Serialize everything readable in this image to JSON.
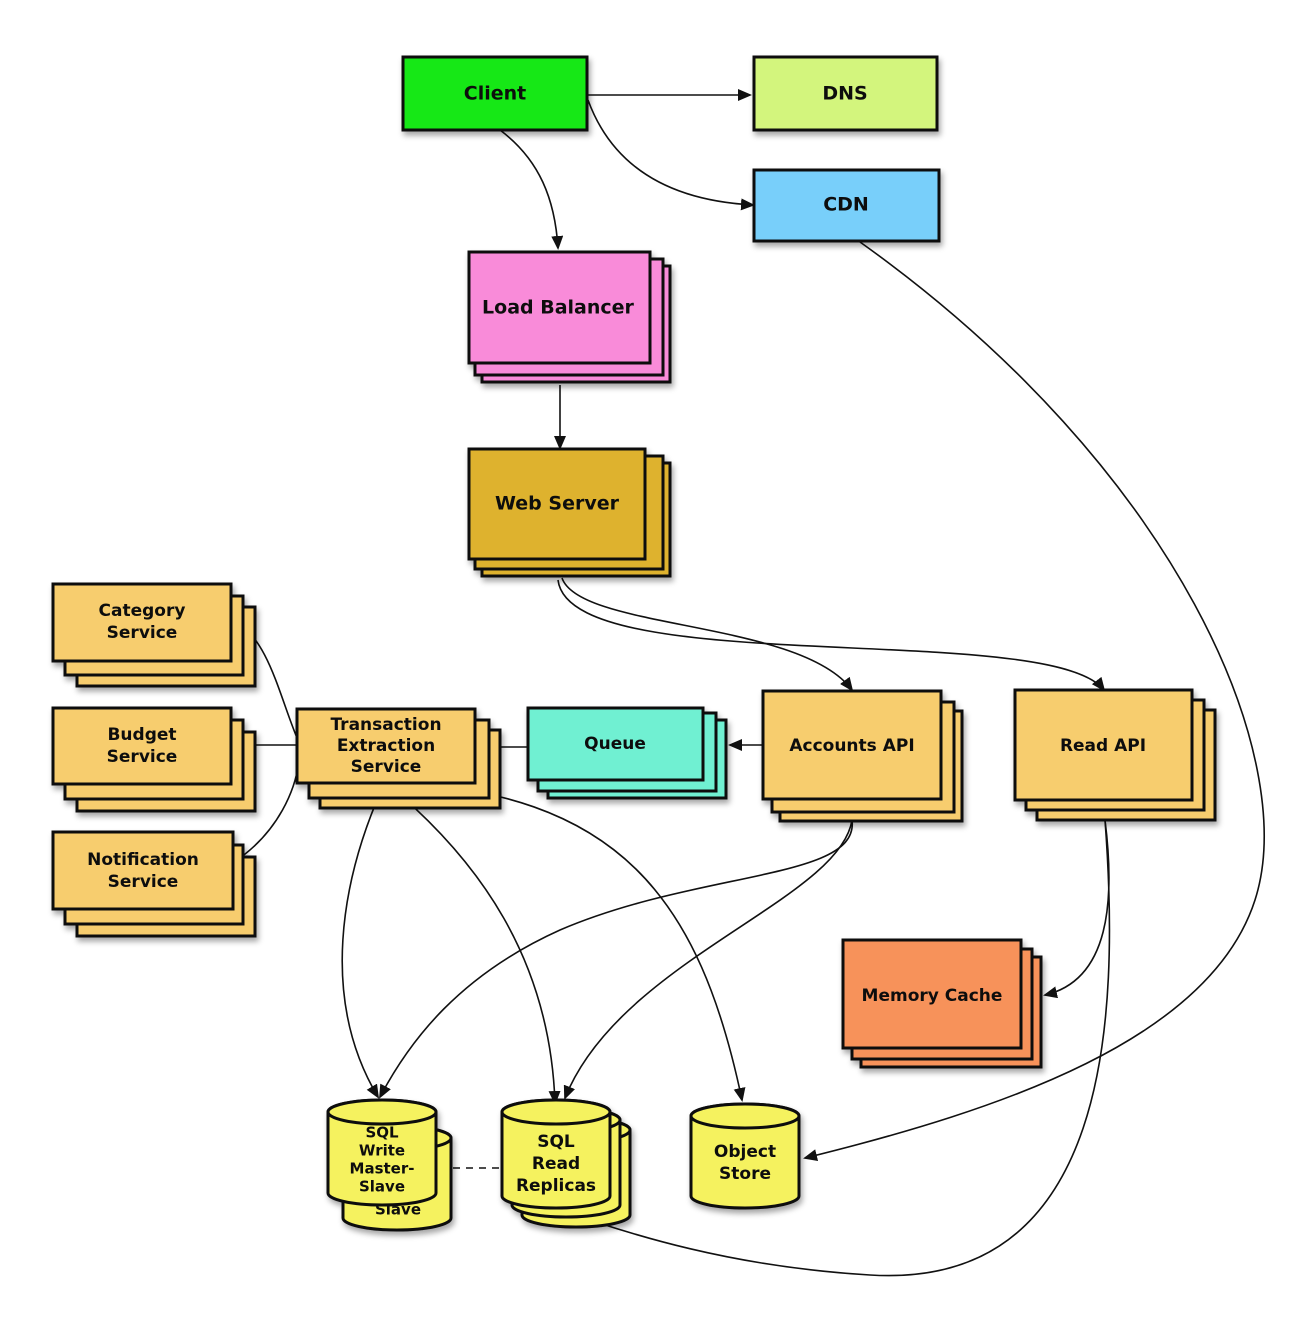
{
  "diagram": {
    "colors": {
      "client": "#12e812",
      "dns": "#d3f57d",
      "cdn": "#78cffa",
      "load_balancer": "#f98bd9",
      "web_server": "#deb22e",
      "service": "#f7cd6e",
      "queue": "#6ff0d2",
      "memory_cache": "#f7925a",
      "datastore": "#f5f25e",
      "outline": "#111111",
      "shadow": "#8a8a8a"
    },
    "nodes": {
      "client": {
        "label": "Client",
        "icon": "rectangle"
      },
      "dns": {
        "label": "DNS",
        "icon": "rectangle"
      },
      "cdn": {
        "label": "CDN",
        "icon": "rectangle"
      },
      "load_balancer": {
        "label": "Load Balancer",
        "icon": "stacked-rectangles"
      },
      "web_server": {
        "label": "Web Server",
        "icon": "stacked-rectangles"
      },
      "category_service": {
        "lines": [
          "Category",
          "Service"
        ],
        "icon": "stacked-rectangles"
      },
      "budget_service": {
        "lines": [
          "Budget",
          "Service"
        ],
        "icon": "stacked-rectangles"
      },
      "notification_service": {
        "lines": [
          "Notification",
          "Service"
        ],
        "icon": "stacked-rectangles"
      },
      "transaction_extraction_service": {
        "lines": [
          "Transaction",
          "Extraction",
          "Service"
        ],
        "icon": "stacked-rectangles"
      },
      "queue": {
        "label": "Queue",
        "icon": "stacked-rectangles"
      },
      "accounts_api": {
        "label": "Accounts API",
        "icon": "stacked-rectangles"
      },
      "read_api": {
        "label": "Read API",
        "icon": "stacked-rectangles"
      },
      "memory_cache": {
        "label": "Memory Cache",
        "icon": "stacked-rectangles"
      },
      "sql_write": {
        "lines": [
          "SQL",
          "Write",
          "Master-",
          "Slave"
        ],
        "back_label": "Slave",
        "icon": "database-cylinder"
      },
      "sql_read_replicas": {
        "lines": [
          "SQL",
          "Read",
          "Replicas"
        ],
        "icon": "database-cylinder"
      },
      "object_store": {
        "lines": [
          "Object",
          "Store"
        ],
        "icon": "database-cylinder"
      }
    },
    "edges": [
      {
        "from": "Client",
        "to": "DNS"
      },
      {
        "from": "Client",
        "to": "CDN"
      },
      {
        "from": "Client",
        "to": "Load Balancer"
      },
      {
        "from": "CDN",
        "to": "Object Store"
      },
      {
        "from": "Load Balancer",
        "to": "Web Server"
      },
      {
        "from": "Web Server",
        "to": "Accounts API"
      },
      {
        "from": "Web Server",
        "to": "Read API"
      },
      {
        "from": "Accounts API",
        "to": "Queue"
      },
      {
        "from": "Queue",
        "to": "Transaction Extraction Service"
      },
      {
        "from": "Transaction Extraction Service",
        "to": "Category Service"
      },
      {
        "from": "Transaction Extraction Service",
        "to": "Budget Service"
      },
      {
        "from": "Transaction Extraction Service",
        "to": "Notification Service"
      },
      {
        "from": "Transaction Extraction Service",
        "to": "SQL Write Master-Slave"
      },
      {
        "from": "Transaction Extraction Service",
        "to": "SQL Read Replicas"
      },
      {
        "from": "Transaction Extraction Service",
        "to": "Object Store"
      },
      {
        "from": "Accounts API",
        "to": "SQL Write Master-Slave"
      },
      {
        "from": "Accounts API",
        "to": "SQL Read Replicas"
      },
      {
        "from": "Read API",
        "to": "Memory Cache"
      },
      {
        "from": "Read API",
        "to": "SQL Read Replicas"
      },
      {
        "from": "SQL Write Master-Slave",
        "to": "SQL Read Replicas",
        "style": "dashed"
      }
    ]
  }
}
